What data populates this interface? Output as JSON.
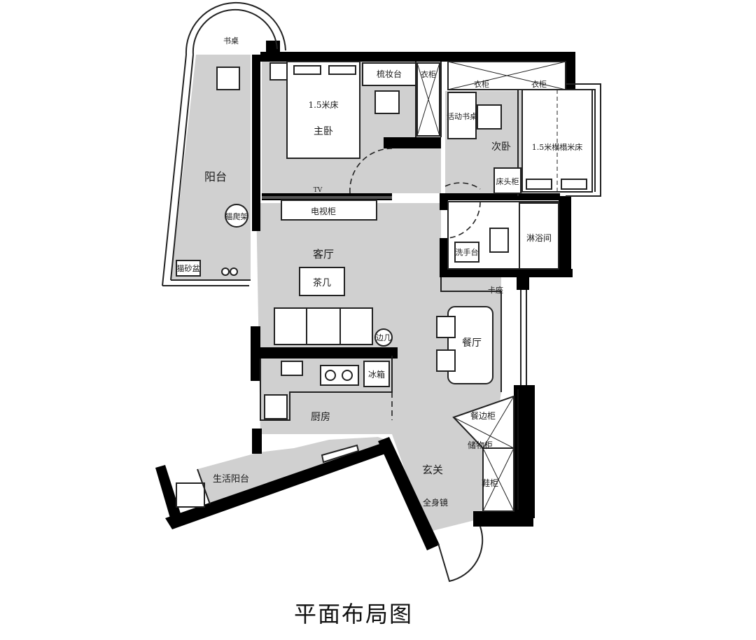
{
  "caption": "平面布局图",
  "rooms": {
    "balcony": "阳台",
    "desk": "书桌",
    "master_bed": "1.5米床",
    "master_bedroom": "主卧",
    "dresser": "梳妆台",
    "wardrobe_master": "衣柜",
    "wardrobe_second_a": "衣柜",
    "wardrobe_second_b": "衣柜",
    "movable_desk": "活动书桌",
    "second_bedroom": "次卧",
    "tatami_bed": "1.5米榻榻米床",
    "nightstand": "床头柜",
    "tv": "TV",
    "tv_cabinet": "电视柜",
    "cat_tree": "猫爬架",
    "litter_box": "猫砂盆",
    "living_room": "客厅",
    "coffee_table": "茶几",
    "side_table": "边几",
    "washbasin": "洗手台",
    "shower": "淋浴间",
    "booth": "卡座",
    "dining": "餐厅",
    "kitchen": "厨房",
    "fridge": "冰箱",
    "sideboard": "餐边柜",
    "storage": "储物柜",
    "shoe": "鞋柜",
    "entrance": "玄关",
    "mirror": "全身镜",
    "service_balcony": "生活阳台"
  }
}
